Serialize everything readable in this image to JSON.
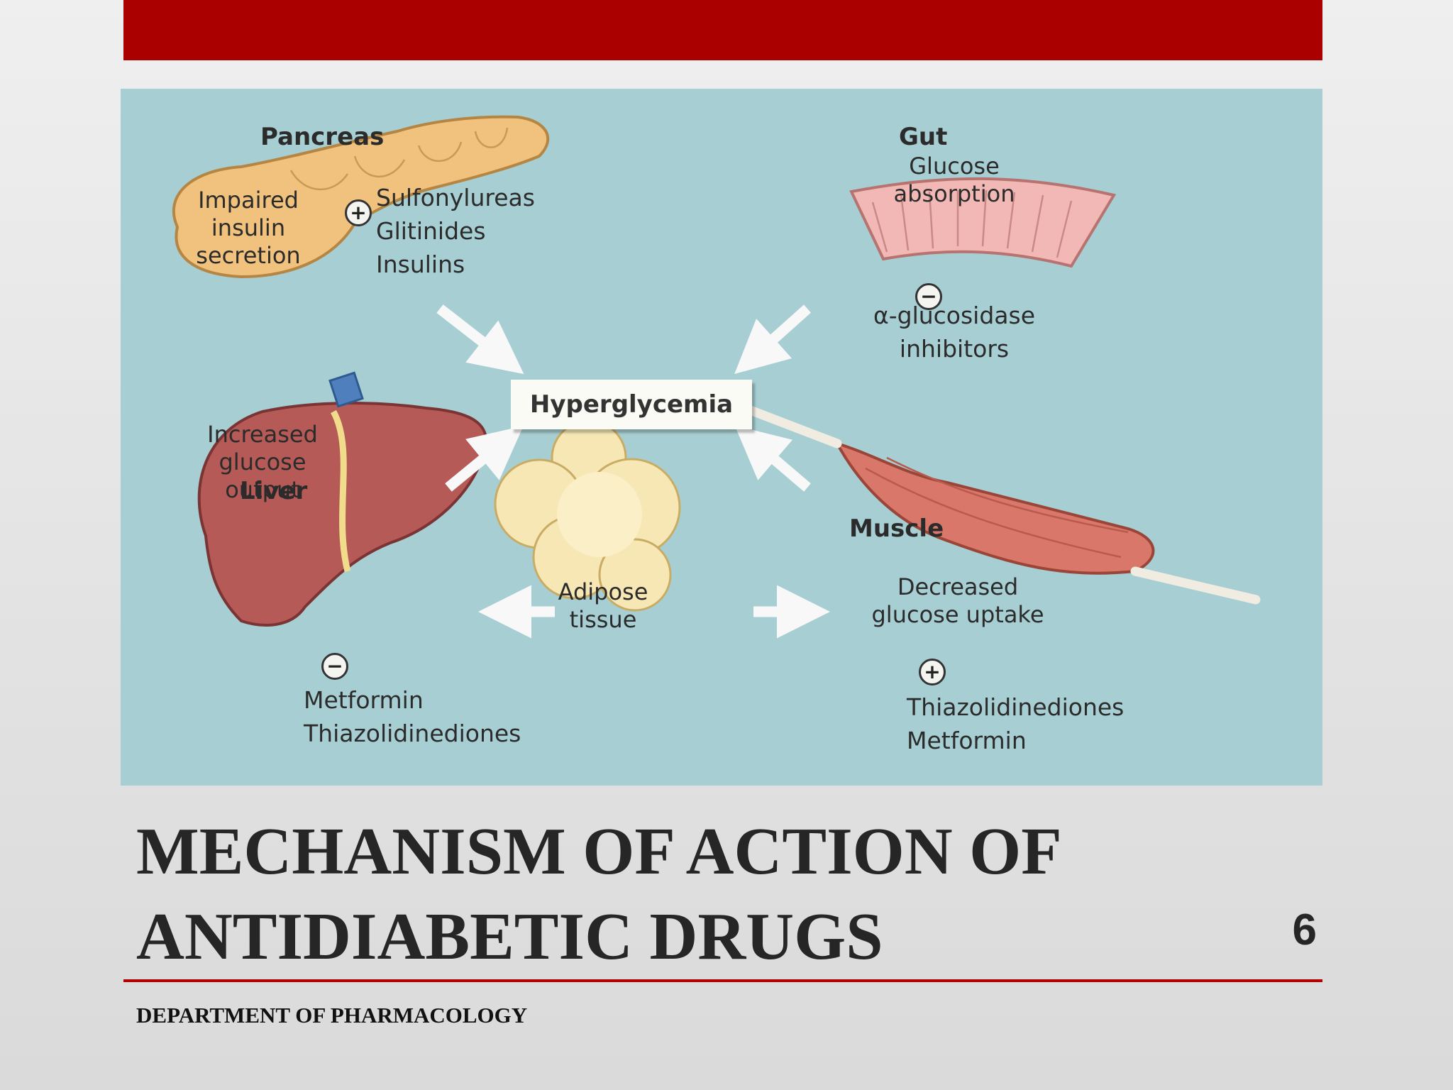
{
  "diagram": {
    "center": "Hyperglycemia",
    "pancreas": {
      "title": "Pancreas",
      "defect_lines": [
        "Impaired",
        "insulin",
        "secretion"
      ],
      "sign": "+",
      "drugs": [
        "Sulfonylureas",
        "Glitinides",
        "Insulins"
      ]
    },
    "gut": {
      "title": "Gut",
      "defect_lines": [
        "Glucose",
        "absorption"
      ],
      "sign": "−",
      "drugs": [
        "α-glucosidase",
        "inhibitors"
      ]
    },
    "liver": {
      "title": "Liver",
      "defect_lines": [
        "Increased",
        "glucose",
        "output"
      ],
      "sign": "−",
      "drugs": [
        "Metformin",
        "Thiazolidinediones"
      ]
    },
    "muscle": {
      "title": "Muscle",
      "defect_lines": [
        "Decreased",
        "glucose uptake"
      ],
      "sign": "+",
      "drugs": [
        "Thiazolidinediones",
        "Metformin"
      ]
    },
    "adipose": {
      "lines": [
        "Adipose",
        "tissue"
      ]
    }
  },
  "slide": {
    "title_line1": "MECHANISM OF ACTION OF",
    "title_line2": "ANTIDIABETIC DRUGS",
    "page_number": "6",
    "footer": "DEPARTMENT OF PHARMACOLOGY"
  },
  "colors": {
    "accent_red": "#aa0000",
    "diagram_bg": "#a7cfd3",
    "pancreas": "#f1c27d",
    "gut": "#f2b8b5",
    "liver": "#b65a58",
    "muscle": "#d9776b",
    "adipose": "#f7e7b4"
  }
}
